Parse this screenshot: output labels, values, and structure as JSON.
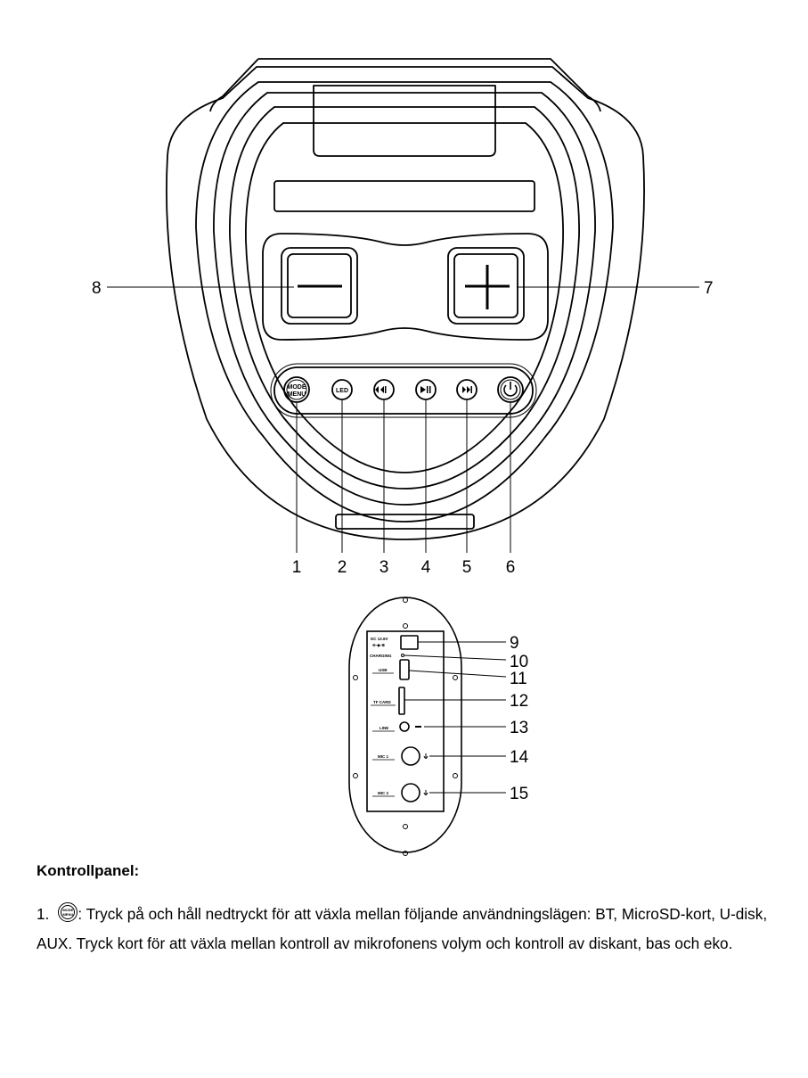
{
  "callouts": {
    "c1": "1",
    "c2": "2",
    "c3": "3",
    "c4": "4",
    "c5": "5",
    "c6": "6",
    "c7": "7",
    "c8": "8",
    "c9": "9",
    "c10": "10",
    "c11": "11",
    "c12": "12",
    "c13": "13",
    "c14": "14",
    "c15": "15"
  },
  "buttons": {
    "mode_line1": "MODE",
    "mode_line2": "MENU",
    "led": "LED"
  },
  "panel_labels": {
    "dc": "DC 12.6V",
    "charging": "CHARGING",
    "usb": "USB",
    "tf_card": "TF CARD",
    "line": "LINE",
    "mic1": "MIC 1",
    "mic2": "MIC 2"
  },
  "text": {
    "heading": "Kontrollpanel:",
    "item_number": "1.",
    "icon_line1": "MODE",
    "icon_line2": "MENU",
    "description": ": Tryck på och håll nedtryckt för att växla mellan följande användningslägen: BT, MicroSD-kort, U-disk, AUX. Tryck kort för att växla mellan kontroll av mikrofonens volym och kontroll av diskant, bas och eko."
  }
}
